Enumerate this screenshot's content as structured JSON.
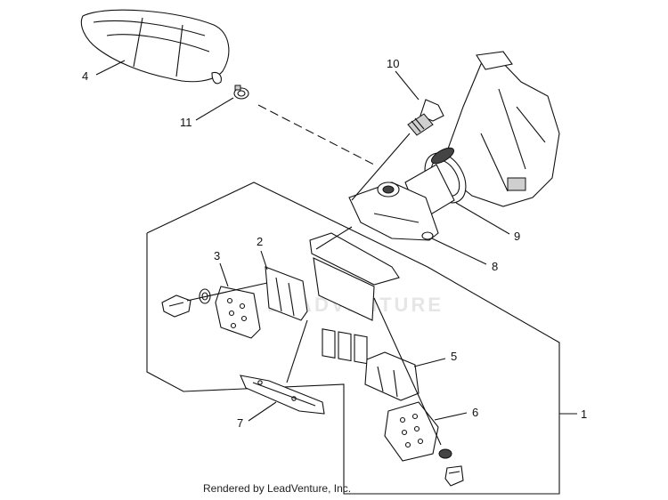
{
  "callouts": {
    "c1": "1",
    "c2": "2",
    "c3": "3",
    "c4": "4",
    "c5": "5",
    "c6": "6",
    "c7": "7",
    "c8": "8",
    "c9": "9",
    "c10": "10",
    "c11": "11"
  },
  "watermark": "LEADVENTURE",
  "credit": "Rendered by LeadVenture, Inc."
}
